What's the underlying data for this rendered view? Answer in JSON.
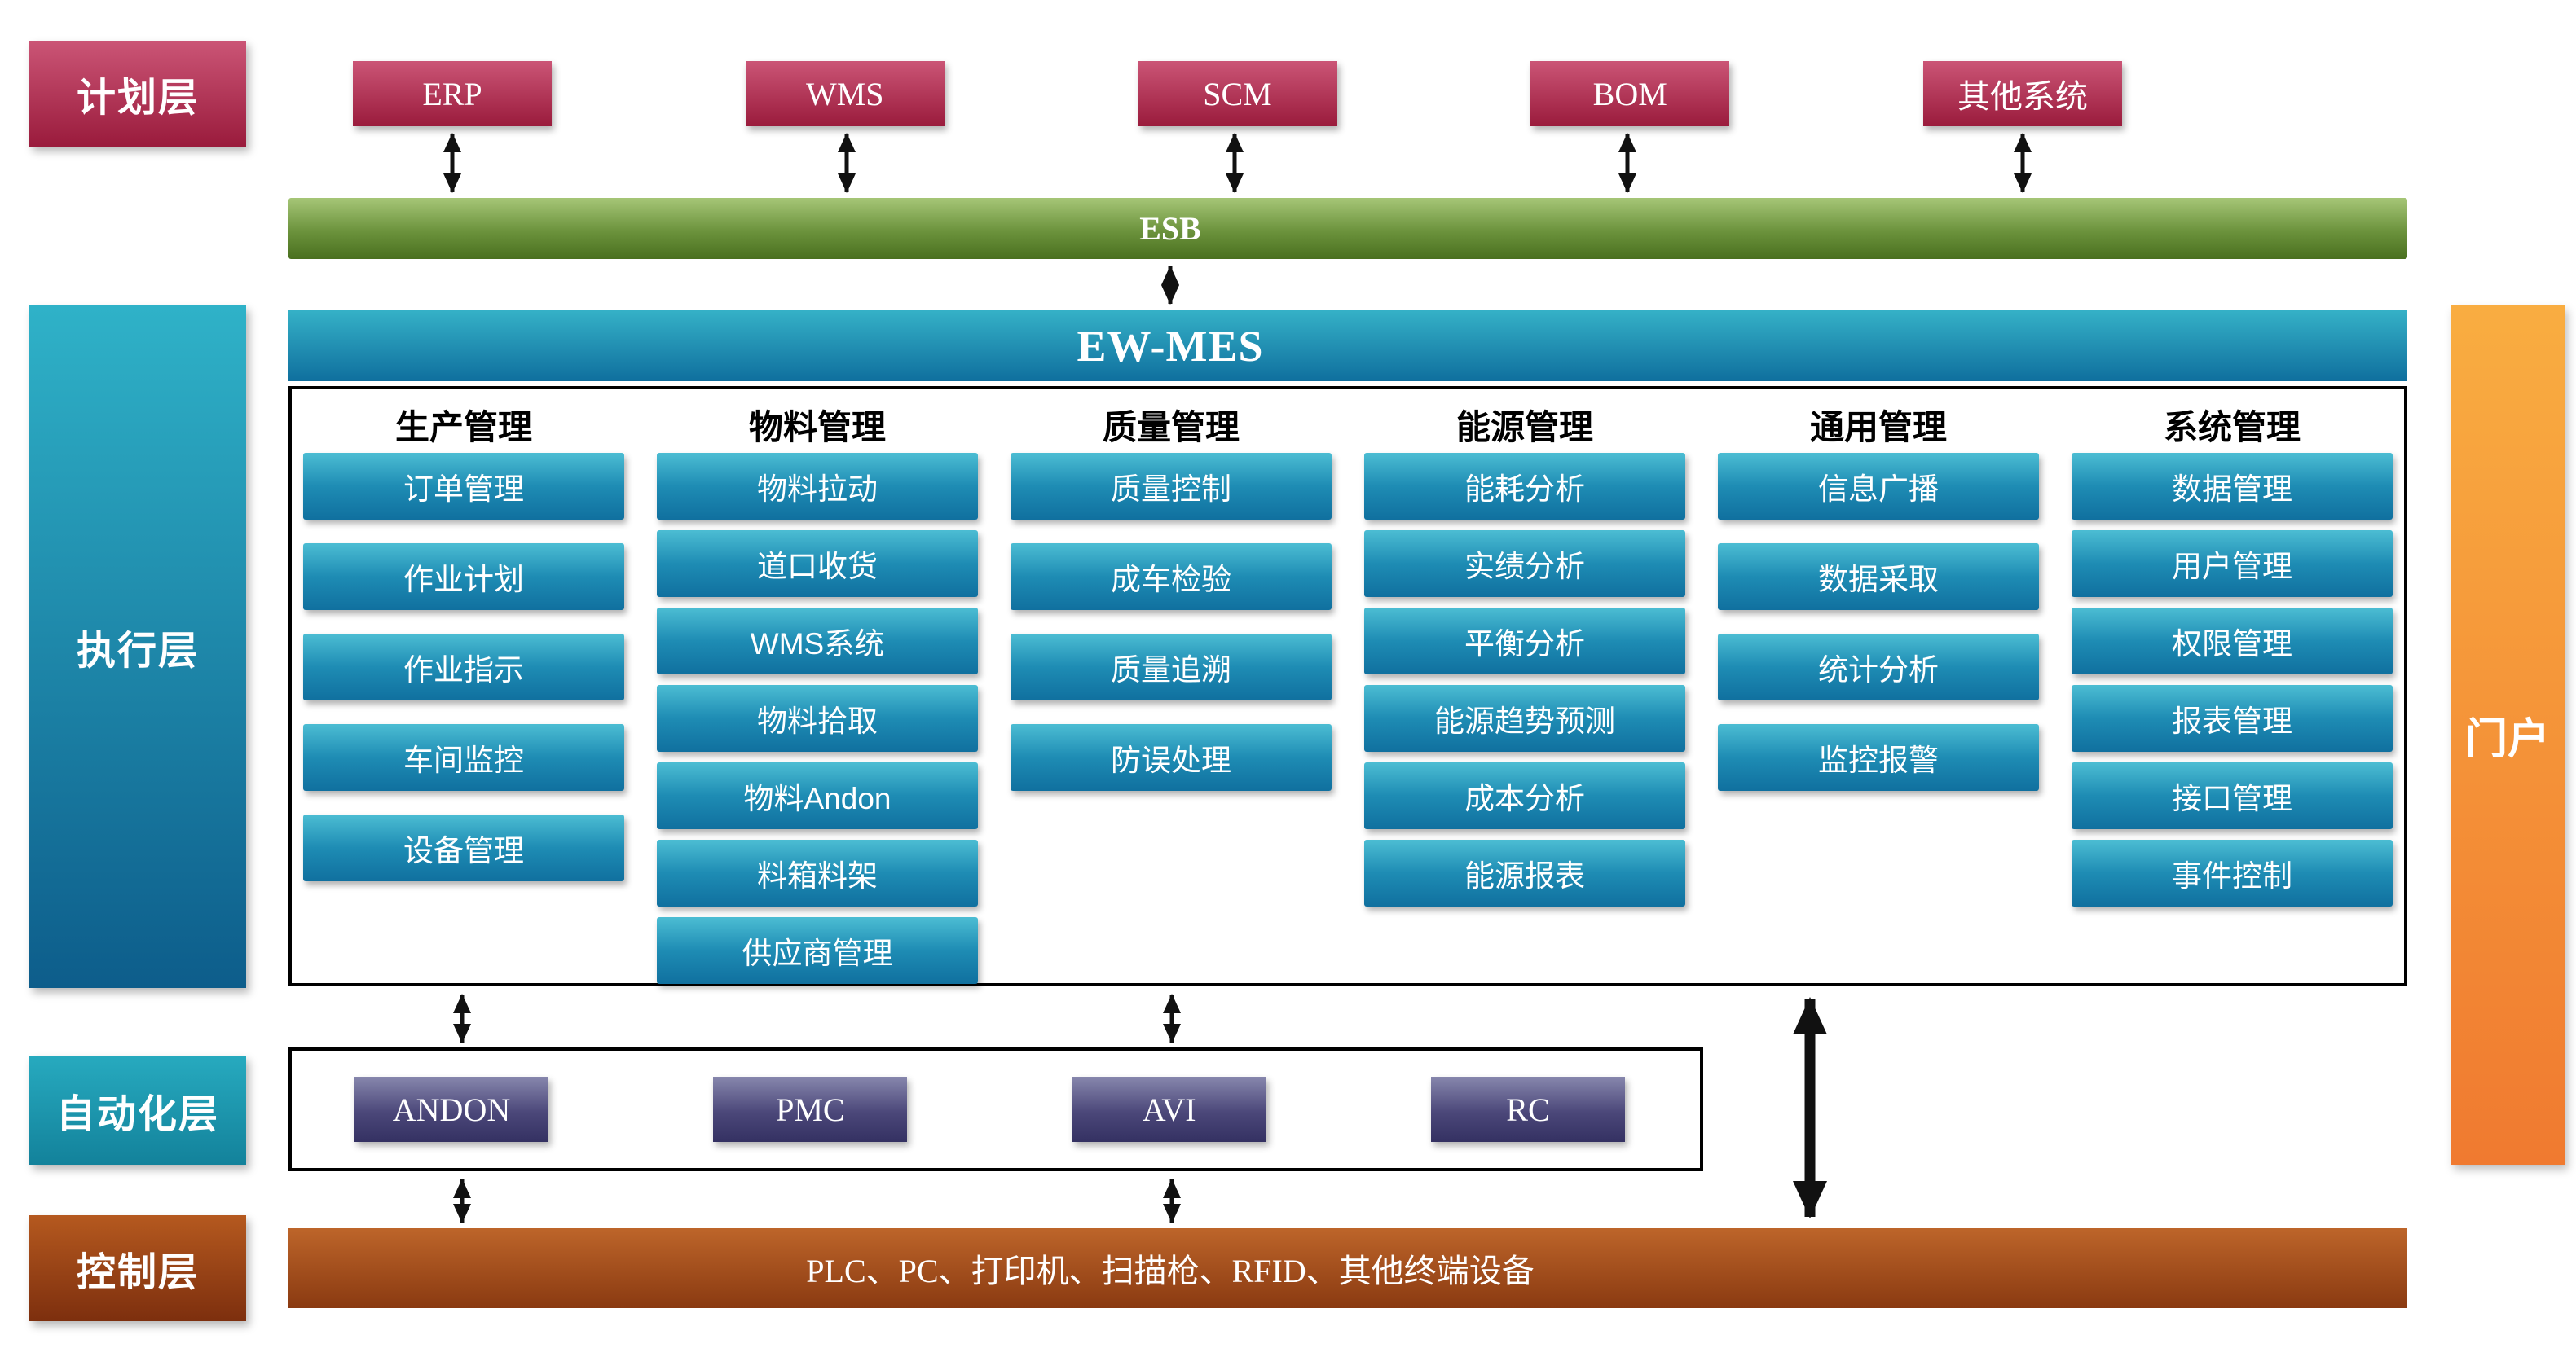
{
  "layers": {
    "planning": {
      "label": "计划层"
    },
    "execution": {
      "label": "执行层"
    },
    "automation": {
      "label": "自动化层"
    },
    "control": {
      "label": "控制层"
    }
  },
  "portal": {
    "label": "门户"
  },
  "planning_systems": [
    {
      "label": "ERP"
    },
    {
      "label": "WMS"
    },
    {
      "label": "SCM"
    },
    {
      "label": "BOM"
    },
    {
      "label": "其他系统"
    }
  ],
  "esb": {
    "label": "ESB"
  },
  "mes": {
    "title": "EW-MES",
    "columns": [
      {
        "header": "生产管理",
        "items": [
          "订单管理",
          "作业计划",
          "作业指示",
          "车间监控",
          "设备管理"
        ]
      },
      {
        "header": "物料管理",
        "items": [
          "物料拉动",
          "道口收货",
          "WMS系统",
          "物料拾取",
          "物料Andon",
          "料箱料架",
          "供应商管理"
        ]
      },
      {
        "header": "质量管理",
        "items": [
          "质量控制",
          "成车检验",
          "质量追溯",
          "防误处理"
        ]
      },
      {
        "header": "能源管理",
        "items": [
          "能耗分析",
          "实绩分析",
          "平衡分析",
          "能源趋势预测",
          "成本分析",
          "能源报表"
        ]
      },
      {
        "header": "通用管理",
        "items": [
          "信息广播",
          "数据采取",
          "统计分析",
          "监控报警"
        ]
      },
      {
        "header": "系统管理",
        "items": [
          "数据管理",
          "用户管理",
          "权限管理",
          "报表管理",
          "接口管理",
          "事件控制"
        ]
      }
    ]
  },
  "automation_systems": [
    {
      "label": "ANDON"
    },
    {
      "label": "PMC"
    },
    {
      "label": "AVI"
    },
    {
      "label": "RC"
    }
  ],
  "control_devices": {
    "label": "PLC、PC、打印机、扫描枪、RFID、其他终端设备"
  },
  "colors": {
    "planning_red_top": "#cb5576",
    "planning_red_bottom": "#9a1b3c",
    "esb_green_top": "#a6c677",
    "esb_green_bottom": "#4a701f",
    "mes_teal_top": "#35b1c7",
    "mes_teal_bottom": "#0f6f9e",
    "module_teal_top": "#4cbdd3",
    "module_teal_bottom": "#10709f",
    "automation_purple_top": "#8787ad",
    "automation_purple_bottom": "#343162",
    "control_brown_top": "#bd652a",
    "control_brown_bottom": "#8a3a11",
    "portal_orange_top": "#f9ad41",
    "portal_orange_bottom": "#f07a30",
    "arrow_black": "#111111"
  }
}
